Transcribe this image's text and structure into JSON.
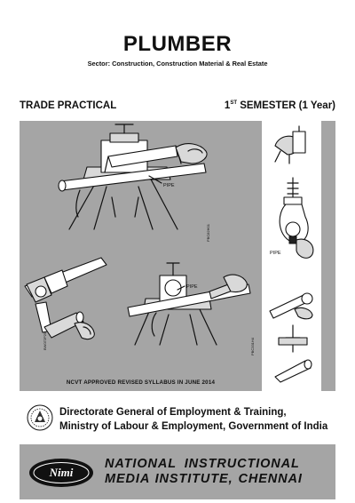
{
  "cover": {
    "title": "PLUMBER",
    "sector": "Sector: Construction, Construction Material & Real Estate",
    "trade_label": "TRADE PRACTICAL",
    "semester_num": "1",
    "semester_sup": "ST",
    "semester_rest": " SEMESTER (1 Year)",
    "syllabus_note": "NCVT APPROVED REVISED SYLLABUS IN JUNE 2014"
  },
  "illustrations": {
    "pipe_label_1": "PIPE",
    "pipe_label_2": "PIPE",
    "pipe_label_3": "PIPE",
    "fig_code_1": "PBC82H01",
    "fig_code_2": "BW072P25",
    "fig_code_3": "PBC331H4"
  },
  "publisher": {
    "line1": "Directorate General of Employment & Training,",
    "line2": "Ministry of Labour & Employment, Government of India",
    "logo_text": "Nimi",
    "institute_line1": "NATIONAL  INSTRUCTIONAL",
    "institute_line2": "MEDIA INSTITUTE, CHENNAI"
  },
  "colors": {
    "band_gray": "#a5a5a5",
    "ink": "#111111",
    "background": "#ffffff"
  }
}
